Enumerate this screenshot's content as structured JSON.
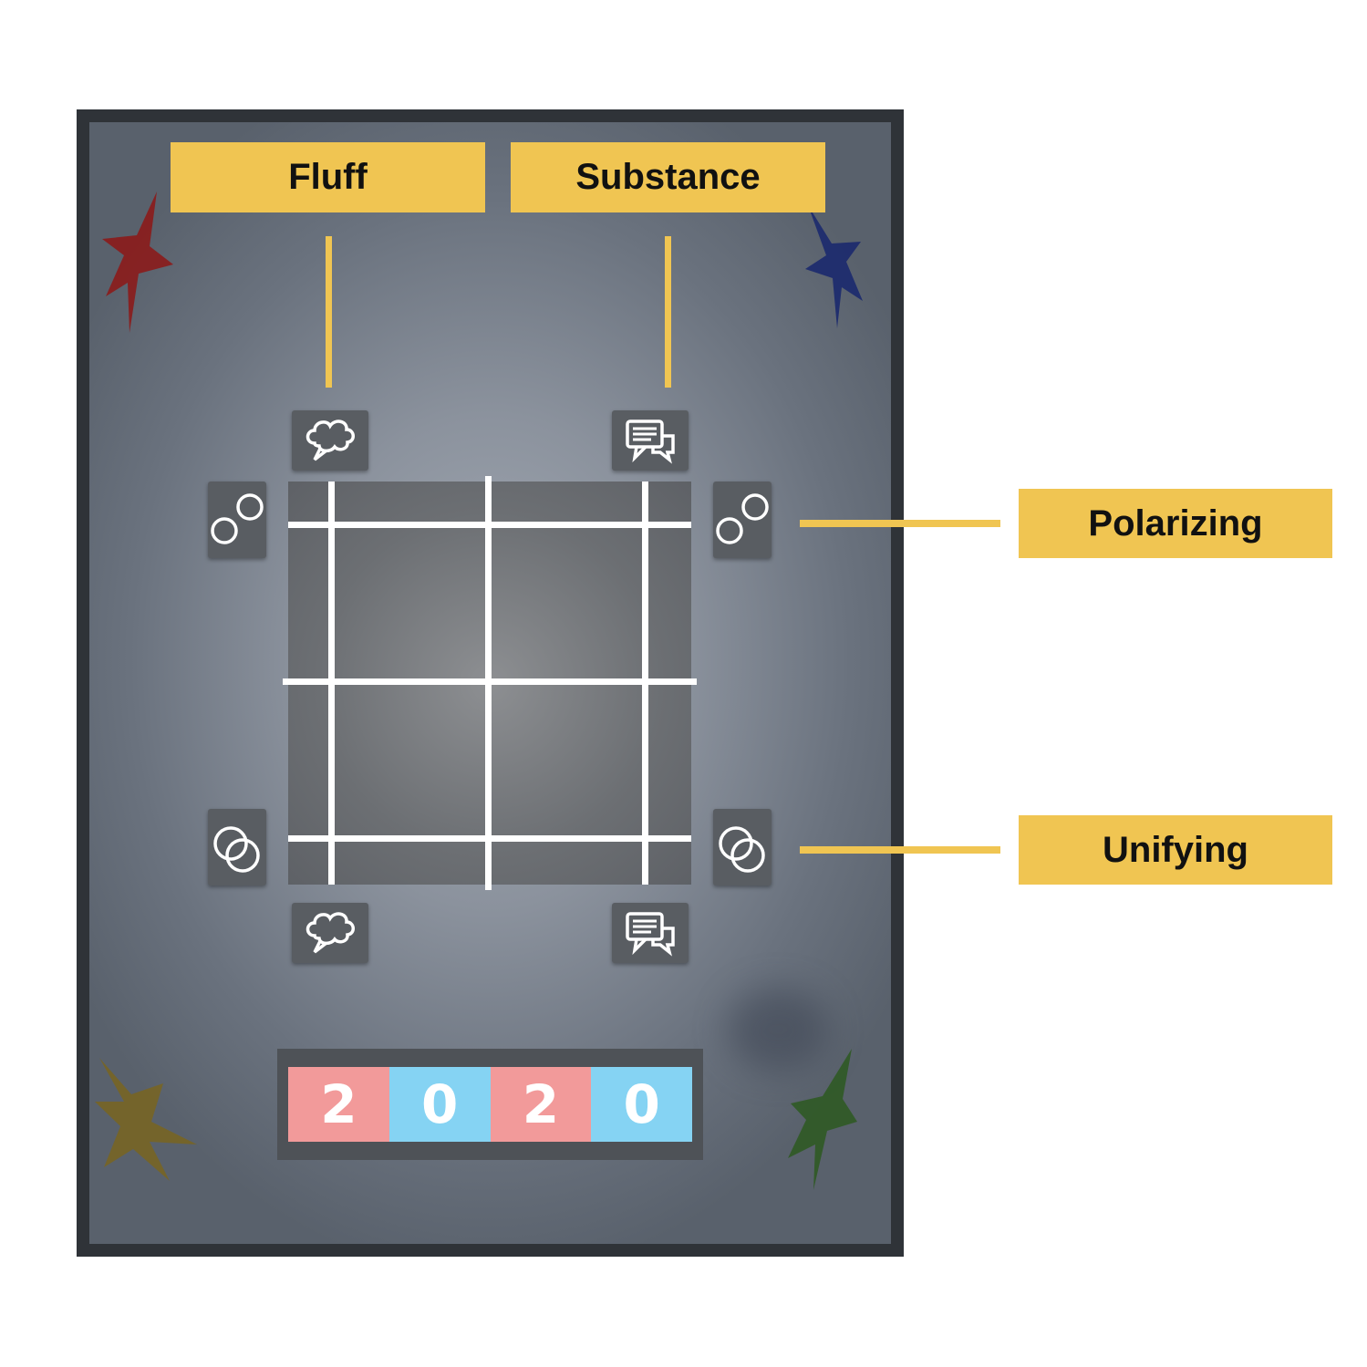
{
  "labels": {
    "fluff": "Fluff",
    "substance": "Substance",
    "polarizing": "Polarizing",
    "unifying": "Unifying"
  },
  "counter": {
    "digits": [
      "2",
      "0",
      "2",
      "0"
    ],
    "colors": [
      "#f29a9a",
      "#85d3f3",
      "#f29a9a",
      "#85d3f3"
    ]
  },
  "stars": {
    "top_left": "#8a1c1c",
    "top_right": "#1c2a6e",
    "bottom_left": "#776525",
    "bottom_right": "#2f5a25"
  },
  "colors": {
    "accent": "#f0c552",
    "board": "#6a727e",
    "frame": "#2f3338"
  },
  "icons": {
    "fluff": "thought-bubble-icon",
    "substance": "chat-messages-icon",
    "polarizing": "separate-circles-icon",
    "unifying": "overlapping-circles-icon"
  }
}
